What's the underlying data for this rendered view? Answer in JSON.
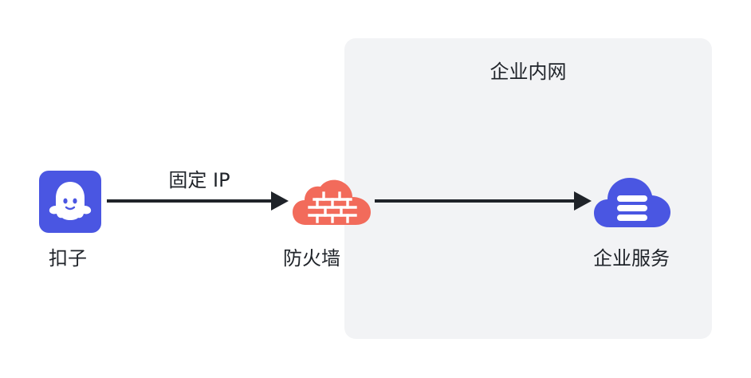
{
  "diagram": {
    "zone_title": "企业内网",
    "nodes": {
      "app": {
        "label": "扣子",
        "icon": "ghost-app-icon"
      },
      "firewall": {
        "label": "防火墙",
        "icon": "firewall-cloud-icon"
      },
      "service": {
        "label": "企业服务",
        "icon": "cloud-server-icon"
      }
    },
    "edges": [
      {
        "from": "app",
        "to": "firewall",
        "label": "固定 IP"
      },
      {
        "from": "firewall",
        "to": "service",
        "label": ""
      }
    ]
  },
  "colors": {
    "zone_bg": "#f2f3f5",
    "app_icon": "#4a56e2",
    "firewall": "#f26b5b",
    "service": "#4a56e2",
    "arrow": "#1f2329"
  }
}
